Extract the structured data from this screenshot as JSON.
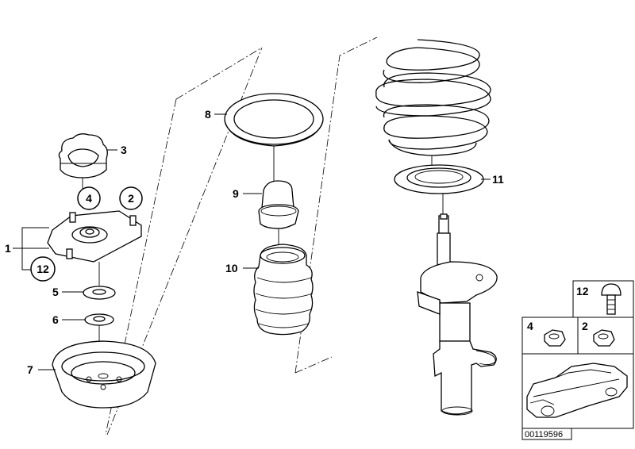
{
  "callouts": {
    "c1": "1",
    "c2": "2",
    "c3": "3",
    "c4": "4",
    "c5": "5",
    "c6": "6",
    "c7": "7",
    "c8": "8",
    "c9": "9",
    "c10": "10",
    "c11": "11",
    "c12": "12"
  },
  "inset": {
    "i12": "12",
    "i4": "4",
    "i2": "2"
  },
  "doc_number": "00119596",
  "colors": {
    "line": "#000000",
    "background": "#ffffff"
  }
}
